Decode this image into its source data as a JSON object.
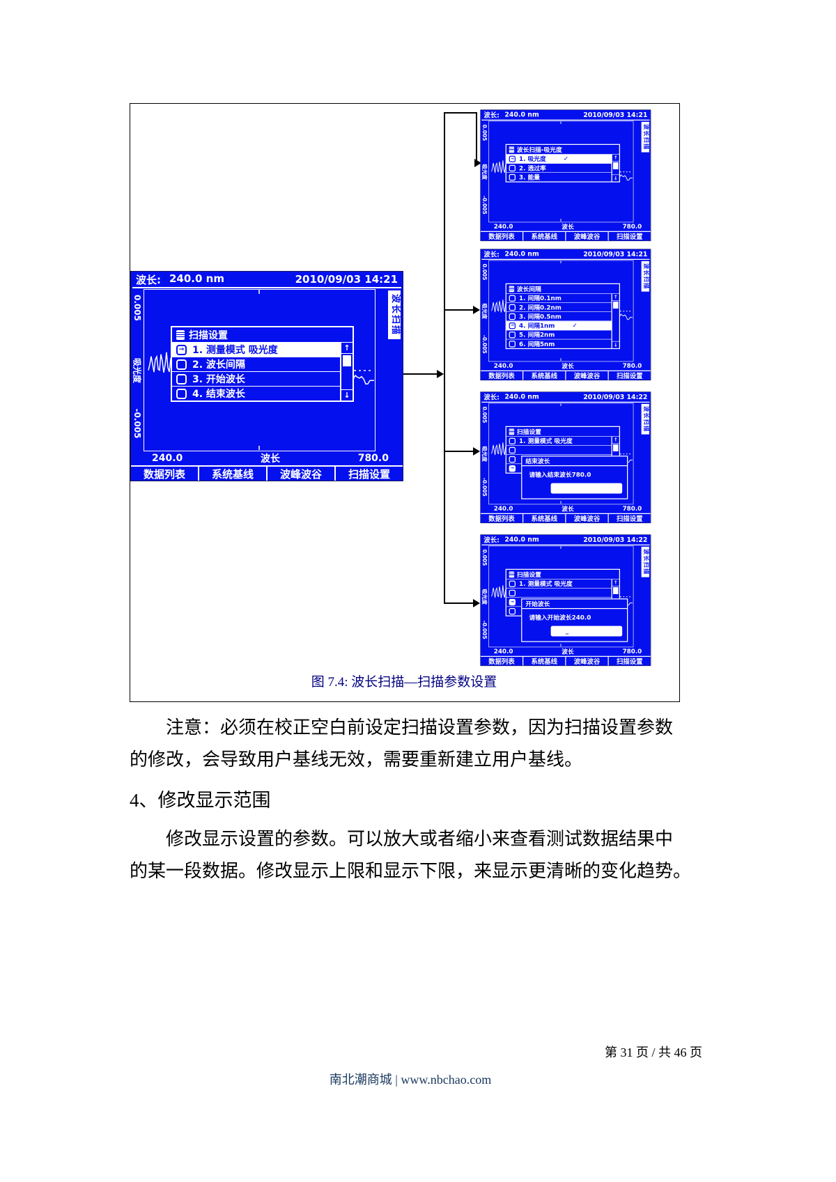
{
  "page": {
    "figure_caption": "图 7.4: 波长扫描—扫描参数设置",
    "note_line1": "注意：必须在校正空白前设定扫描设置参数，因为扫描设置参数",
    "note_line2": "的修改，会导致用户基线无效，需要重新建立用户基线。",
    "section_heading": "4、修改显示范围",
    "body_line1": "修改显示设置的参数。可以放大或者缩小来查看测试数据结果中",
    "body_line2": "的某一段数据。修改显示上限和显示下限，来显示更清晰的变化趋势。",
    "footer_page": "第 31 页 / 共 46 页",
    "footer_site": "南北潮商城 | www.nbchao.com"
  },
  "colors": {
    "screen_blue": "#0510EE",
    "screen_text": "#FFFFFF",
    "caption_text": "#000080",
    "footer_site_text": "#17375E",
    "connector": "#000000"
  },
  "icons": {
    "scroll_up": "↑",
    "scroll_down": "↓",
    "check": "✓",
    "selected_arrow": "→",
    "input_cursor": "_"
  },
  "screens": {
    "defaults": {
      "title_label": "波长:",
      "wavelength": "240.0 nm",
      "datetime": "2010/09/03 14:21",
      "y_max": "0.005",
      "y_label": "吸光度",
      "y_min": "-0.005",
      "side_tab": "波长扫描",
      "x_min": "240.0",
      "x_label": "波长",
      "x_max": "780.0",
      "softkeys": [
        "数据列表",
        "系统基线",
        "波峰波谷",
        "扫描设置"
      ]
    },
    "main": {
      "name": "main-screen",
      "datetime": "2010/09/03 14:21",
      "dialog": {
        "type": "menu",
        "name": "scan-settings-dialog",
        "header": "扫描设置",
        "items": [
          {
            "label": "1. 测量模式 吸光度",
            "selected": true
          },
          {
            "label": "2. 波长间隔"
          },
          {
            "label": "3. 开始波长"
          },
          {
            "label": "4. 结束波长"
          }
        ]
      }
    },
    "small": [
      {
        "name": "screen-scan-mode",
        "datetime": "2010/09/03 14:21",
        "dialog": {
          "type": "menu",
          "name": "scan-mode-dialog",
          "header": "波长扫描-吸光度",
          "items": [
            {
              "label": "1. 吸光度",
              "selected": true,
              "checked": true
            },
            {
              "label": "2. 透过率"
            },
            {
              "label": "3. 能量"
            }
          ]
        }
      },
      {
        "name": "screen-wavelength-interval",
        "datetime": "2010/09/03 14:21",
        "dialog": {
          "type": "menu",
          "name": "wavelength-interval-dialog",
          "header": "波长间隔",
          "items": [
            {
              "label": "1. 间隔0.1nm"
            },
            {
              "label": "2. 间隔0.2nm"
            },
            {
              "label": "3. 间隔0.5nm"
            },
            {
              "label": "4. 间隔1nm",
              "selected": true,
              "checked": true
            },
            {
              "label": "5. 间隔2nm"
            },
            {
              "label": "6. 间隔5nm"
            }
          ]
        }
      },
      {
        "name": "screen-end-wavelength",
        "datetime": "2010/09/03 14:22",
        "dialog": {
          "type": "input",
          "name": "end-wavelength-dialog",
          "header": "扫描设置",
          "first_item": "1. 测量模式 吸光度",
          "ghosts": [
            "box",
            "box",
            "arrow"
          ],
          "sub_title": "结束波长",
          "prompt": "请输入结束波长",
          "prompt_value": "780.0",
          "input_value": ""
        }
      },
      {
        "name": "screen-start-wavelength",
        "datetime": "2010/09/03 14:22",
        "dialog": {
          "type": "input",
          "name": "start-wavelength-dialog",
          "header": "扫描设置",
          "first_item": "1. 测量模式 吸光度",
          "ghosts": [
            "box",
            "arrow",
            "box"
          ],
          "sub_title": "开始波长",
          "prompt": "请输入开始波长",
          "prompt_value": "240.0",
          "input_value": "_"
        }
      }
    ]
  }
}
